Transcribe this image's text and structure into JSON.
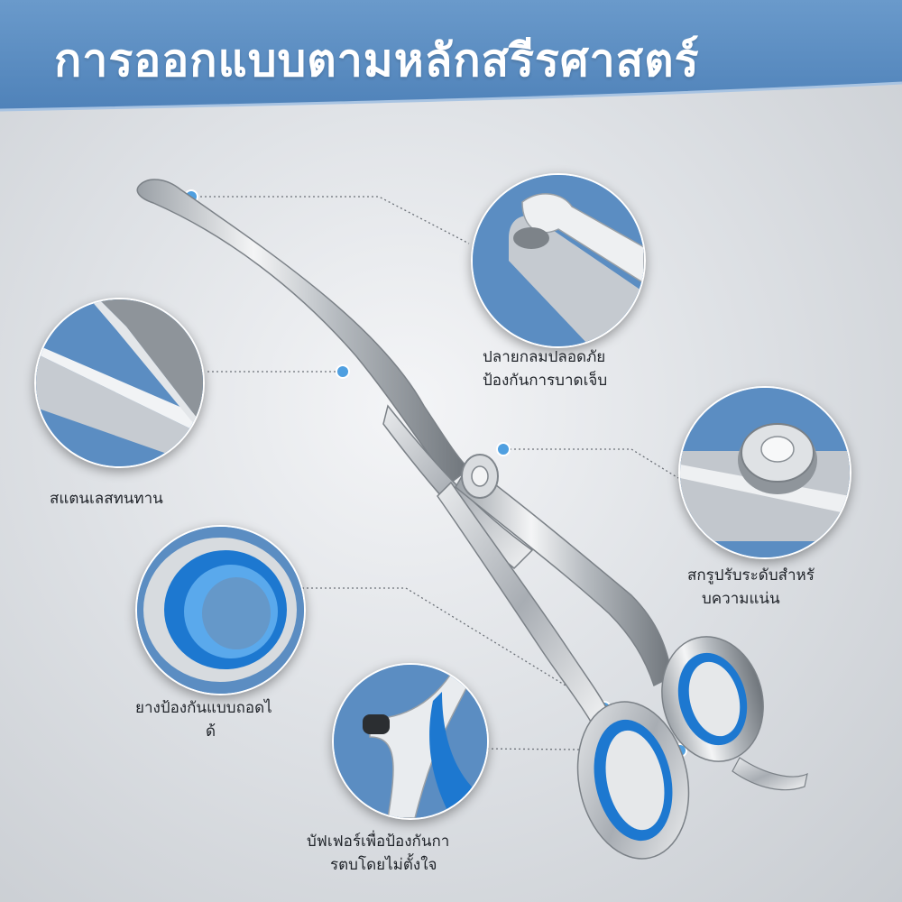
{
  "banner": {
    "title": "การออกแบบตามหลักสรีรศาสตร์",
    "color": "#5d8fc4"
  },
  "accent_color": "#4f9fe0",
  "features": [
    {
      "id": "rounded-tip",
      "icon": "rounded-tip-closeup",
      "lines": [
        "ปลายกลมปลอดภัย",
        "ป้องกันการบาดเจ็บ"
      ]
    },
    {
      "id": "stainless",
      "icon": "stainless-blade-closeup",
      "lines": [
        "สแตนเลสทนทาน"
      ]
    },
    {
      "id": "screw",
      "icon": "adjustment-screw-closeup",
      "lines": [
        "สกรูปรับระดับสำหรั",
        "บความแน่น"
      ]
    },
    {
      "id": "rubber",
      "icon": "rubber-ring-closeup",
      "lines": [
        "ยางป้องกันแบบถอดไ",
        "ด้"
      ]
    },
    {
      "id": "buffer",
      "icon": "buffer-stopper-closeup",
      "lines": [
        "บัฟเฟอร์เพื่อป้องกันกา",
        "รตบโดยไม่ตั้งใจ"
      ]
    }
  ]
}
